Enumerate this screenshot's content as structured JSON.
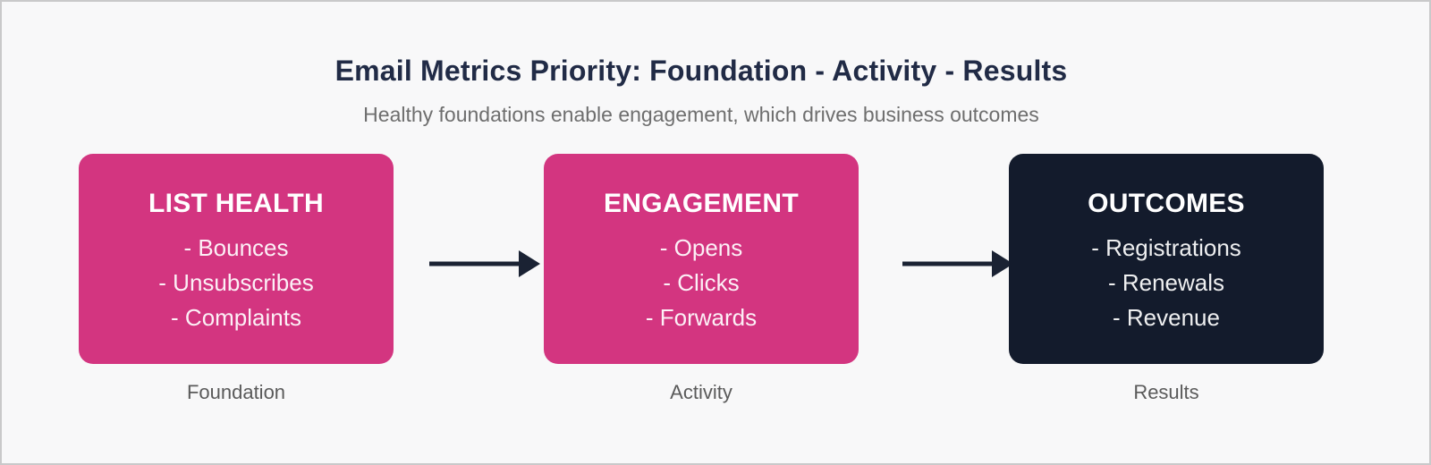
{
  "page": {
    "background_color": "#f8f8f9",
    "border_color": "#c9c9ca"
  },
  "header": {
    "title": "Email Metrics Priority: Foundation - Activity - Results",
    "subtitle": "Healthy foundations enable engagement, which drives business outcomes"
  },
  "flow": {
    "arrow_color": "#1a2233",
    "stages": [
      {
        "heading": "LIST HEALTH",
        "items": [
          "- Bounces",
          "- Unsubscribes",
          "- Complaints"
        ],
        "caption": "Foundation",
        "color": "#d33580"
      },
      {
        "heading": "ENGAGEMENT",
        "items": [
          "- Opens",
          "- Clicks",
          "- Forwards"
        ],
        "caption": "Activity",
        "color": "#d33580"
      },
      {
        "heading": "OUTCOMES",
        "items": [
          "- Registrations",
          "- Renewals",
          "- Revenue"
        ],
        "caption": "Results",
        "color": "#131b2c"
      }
    ]
  }
}
